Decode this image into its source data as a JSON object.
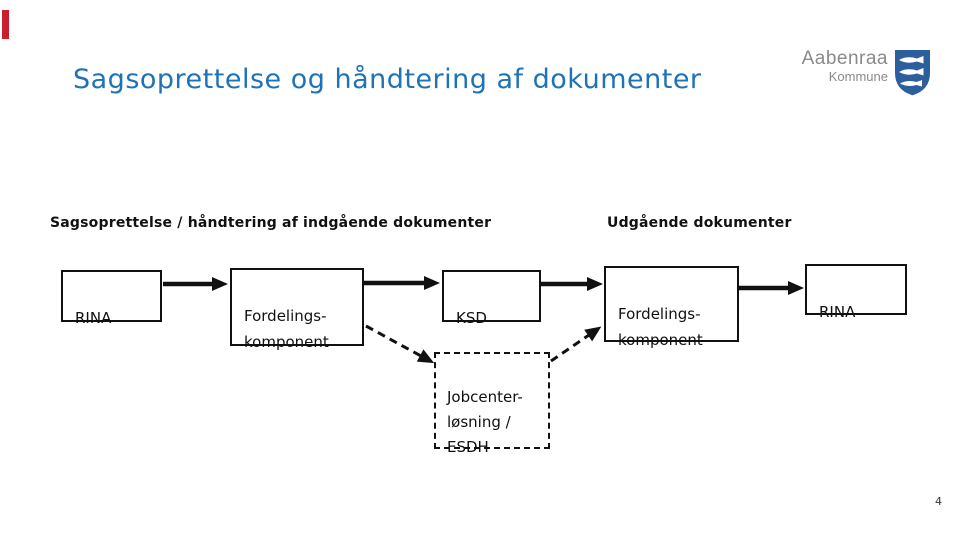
{
  "slide": {
    "title": "Sagsoprettelse og håndtering af dokumenter",
    "page_number": "4"
  },
  "colors": {
    "title_blue": "#1e73b8",
    "accent_red": "#cc1f2d",
    "logo_gray": "#8a8a8a",
    "shield_blue": "#2d5f9c",
    "diagram_black": "#111111"
  },
  "logo": {
    "name_line": "Aabenraa",
    "sub_line": "Kommune",
    "shield_icon": "aabenraa-coat-of-arms-three-white-fish-on-blue-shield"
  },
  "diagram": {
    "left_header": "Sagsoprettelse / håndtering af indgående dokumenter",
    "right_header": "Udgående dokumenter",
    "nodes": [
      {
        "id": "rina-inbound",
        "label": "RINA"
      },
      {
        "id": "fordelingskomponent-inbound",
        "label": "Fordelings-\nkomponent"
      },
      {
        "id": "ksd",
        "label": "KSD"
      },
      {
        "id": "fordelingskomponent-outbound",
        "label": "Fordelings-\nkomponent"
      },
      {
        "id": "rina-outbound",
        "label": "RINA"
      },
      {
        "id": "jobcenter-esdh",
        "label": "Jobcenter-\nløsning /\nESDH"
      }
    ],
    "connections": [
      {
        "from": "rina-inbound",
        "to": "fordelingskomponent-inbound",
        "style": "solid"
      },
      {
        "from": "fordelingskomponent-inbound",
        "to": "ksd",
        "style": "solid"
      },
      {
        "from": "ksd",
        "to": "fordelingskomponent-outbound",
        "style": "solid"
      },
      {
        "from": "fordelingskomponent-outbound",
        "to": "rina-outbound",
        "style": "solid"
      },
      {
        "from": "fordelingskomponent-inbound",
        "to": "jobcenter-esdh",
        "style": "dashed"
      },
      {
        "from": "jobcenter-esdh",
        "to": "fordelingskomponent-outbound",
        "style": "dashed"
      }
    ]
  }
}
